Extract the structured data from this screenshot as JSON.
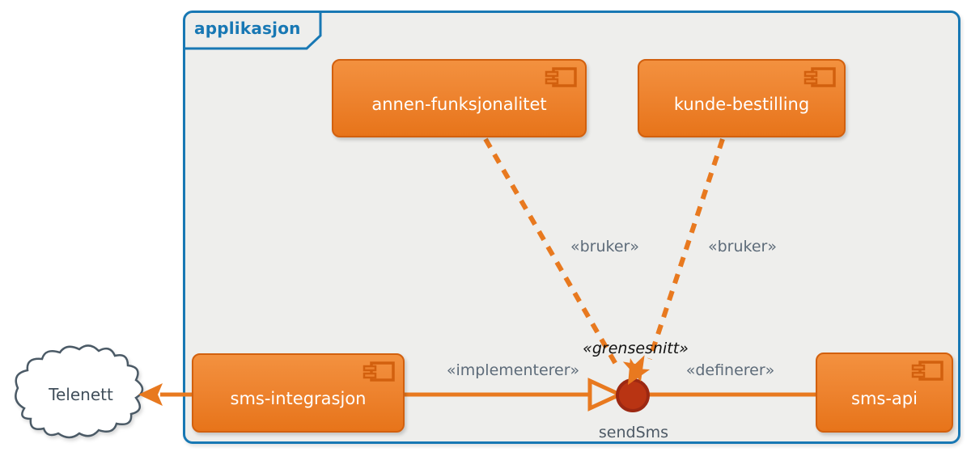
{
  "frame": {
    "label": "applikasjon"
  },
  "components": [
    {
      "label": "annen-funksjonalitet"
    },
    {
      "label": "kunde-bestilling"
    },
    {
      "label": "sms-integrasjon"
    },
    {
      "label": "sms-api"
    }
  ],
  "cloud": {
    "label": "Telenett"
  },
  "interface": {
    "stereotype": "«grensesnitt»",
    "name": "sendSms"
  },
  "edge_labels": {
    "bruker_left": "«bruker»",
    "bruker_right": "«bruker»",
    "implementerer": "«implementerer»",
    "definerer": "«definerer»"
  },
  "colors": {
    "frame_border": "#1878b4",
    "frame_background": "#eeeeec",
    "component_orange_top": "#f3913f",
    "component_orange_bottom": "#e7741a",
    "component_border": "#d2600e",
    "connector_orange": "#e8791f",
    "interface_ball_fill": "#b93413",
    "interface_ball_border": "#9c2812",
    "edge_label_text": "#5d6b79",
    "cloud_border": "#4b5a66"
  }
}
